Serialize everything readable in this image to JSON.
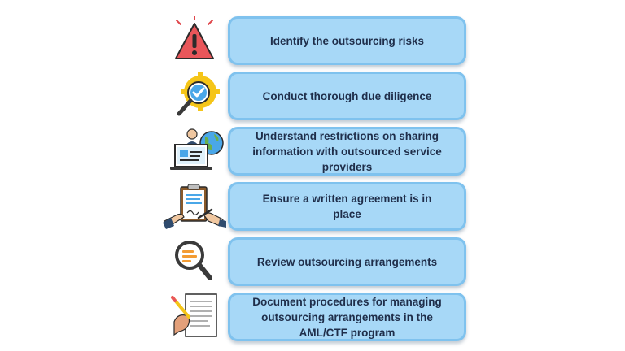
{
  "steps": [
    {
      "label": "Identify the outsourcing risks",
      "icon": "warning-triangle-icon"
    },
    {
      "label": "Conduct thorough due diligence",
      "icon": "magnifier-gear-check-icon"
    },
    {
      "label": "Understand restrictions on sharing information with outsourced service providers",
      "icon": "person-laptop-globe-icon"
    },
    {
      "label": "Ensure a written agreement is in place",
      "icon": "clipboard-signing-icon"
    },
    {
      "label": "Review outsourcing arrangements",
      "icon": "magnifying-glass-icon"
    },
    {
      "label": "Document procedures for managing outsourcing arrangements in the AML/CTF program",
      "icon": "hand-writing-document-icon"
    }
  ],
  "colors": {
    "box_fill": "#a7d8f7",
    "box_border": "#7fc2ee",
    "text": "#1f2e4a",
    "warning_red": "#e0474c"
  }
}
